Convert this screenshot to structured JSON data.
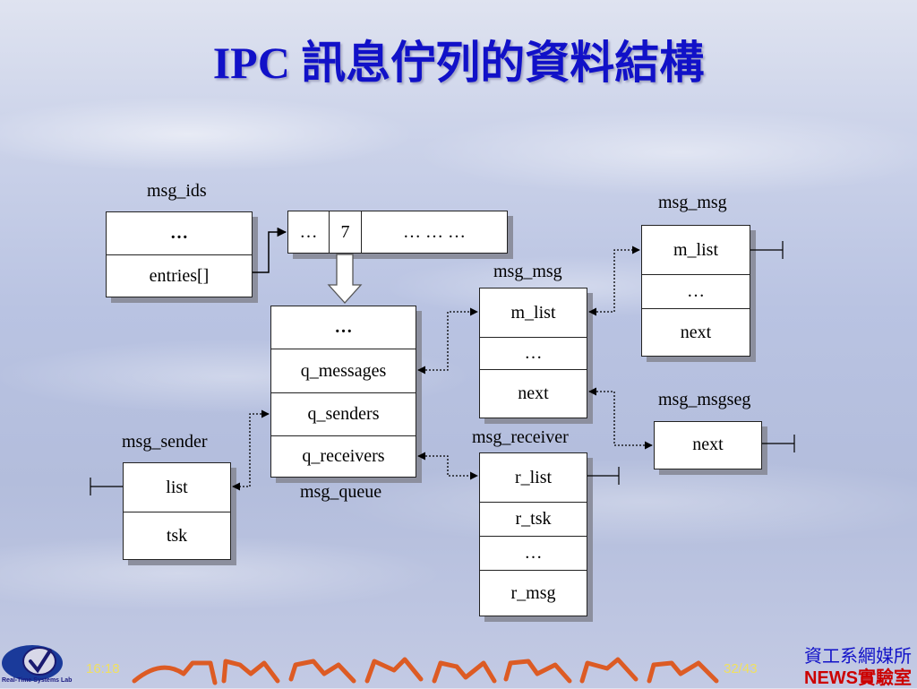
{
  "title": "IPC 訊息佇列的資料結構",
  "labels": {
    "msg_ids": "msg_ids",
    "msg_msg_top": "msg_msg",
    "msg_msg_mid": "msg_msg",
    "msg_msgseg": "msg_msgseg",
    "msg_sender": "msg_sender",
    "msg_receiver": "msg_receiver",
    "msg_queue": "msg_queue"
  },
  "msg_ids_box": {
    "row1": "…",
    "row2": "entries[]"
  },
  "array_box": {
    "cell1": "…",
    "cell2": "7",
    "cell3": "… … …"
  },
  "queue_box": {
    "row1": "…",
    "row2": "q_messages",
    "row3": "q_senders",
    "row4": "q_receivers"
  },
  "msg_msg_mid_box": {
    "row1": "m_list",
    "row2": "…",
    "row3": "next"
  },
  "msg_msg_top_box": {
    "row1": "m_list",
    "row2": "…",
    "row3": "next"
  },
  "msgseg_box": {
    "row1": "next"
  },
  "sender_box": {
    "row1": "list",
    "row2": "tsk"
  },
  "receiver_box": {
    "row1": "r_list",
    "row2": "r_tsk",
    "row3": "…",
    "row4": "r_msg"
  },
  "footer": {
    "time": "16:18",
    "page": "32/43",
    "dept": "資工系網媒所",
    "lab": "NEWS實驗室",
    "logo_text": "Real-Time Systems Lab"
  },
  "colors": {
    "title": "#1111c8",
    "footer_yellow": "#f0e060",
    "news_red": "#cc0000"
  }
}
